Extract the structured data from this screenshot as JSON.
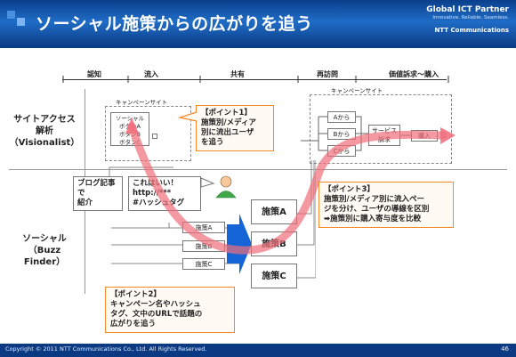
{
  "header": {
    "title": "ソーシャル施策からの広がりを追う",
    "brand": "Global ICT Partner",
    "brand_sub": "Innovative. Reliable. Seamless.",
    "logo": "NTT Communications"
  },
  "stages": [
    "認知",
    "流入",
    "共有",
    "再訪問",
    "価値訴求～購入"
  ],
  "rows": {
    "site_access": [
      "サイトアクセス",
      "解析",
      "（Visionalist）"
    ],
    "social": [
      "ソーシャル",
      "（Buzz Finder）"
    ]
  },
  "campaign_site_label": "キャンペーンサイト",
  "campaign_site_label2": "キャンペーンサイト",
  "site_buttons": [
    "ソーシャル",
    "ボタンA",
    "ボタンB",
    "ボタンC"
  ],
  "right_site": {
    "from": [
      "Aから",
      "Bから",
      "Cから"
    ],
    "service": "サービス",
    "appeal": "訴求",
    "purchase": "購入"
  },
  "blog_note": [
    "ブログ記事で",
    "紹介"
  ],
  "tweet_note": [
    "これはいい！",
    "http://***",
    "#ハッシュタグ"
  ],
  "small_measures": [
    "施策A",
    "施策B",
    "施策C"
  ],
  "big_measures": [
    "施策A",
    "施策B",
    "施策C"
  ],
  "points": {
    "p1": [
      "【ポイント1】",
      "施策別/メディア",
      "別に流出ユーザ",
      "を追う"
    ],
    "p2": [
      "【ポイント2】",
      "キャンペーン名やハッシュ",
      "タグ、文中のURLで話題の",
      "広がりを追う"
    ],
    "p3": [
      "【ポイント3】",
      "施策別/メディア別に流入ペー",
      "ジを分け、ユーザの導線を区別",
      "➡施策別に購入寄与度を比較"
    ]
  },
  "footer": {
    "copyright": "Copyright © 2011 NTT Communications Co., Ltd. All Rights Reserved.",
    "page": "46"
  },
  "colors": {
    "header": "#1f6cc6",
    "callout_border": "#f28a2a",
    "flow_arrow": "#f06d7a",
    "big_arrow": "#1565d8"
  }
}
